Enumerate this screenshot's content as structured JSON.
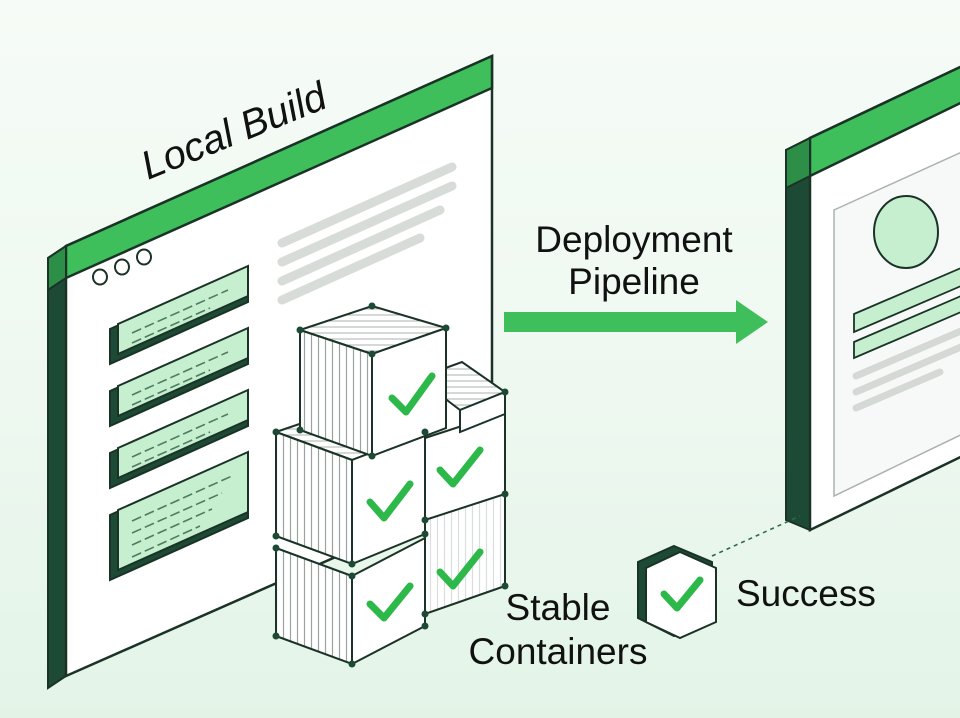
{
  "labels": {
    "local_build": "Local Build",
    "pipeline_line1": "Deployment",
    "pipeline_line2": "Pipeline",
    "stable_line1": "Stable",
    "stable_line2": "Containers",
    "success": "Success"
  },
  "colors": {
    "green": "#3fbe5c",
    "green_light": "#c6efcf",
    "green_pale": "#e4f7e8",
    "dark_green": "#1d4a35",
    "outline": "#1a3326",
    "gray_line": "#d5d9d6",
    "check": "#2db84a"
  },
  "icons": [
    "window-dots-icon",
    "checkmark-icon",
    "shipping-container-icon",
    "arrow-right-icon",
    "success-hexagon-icon"
  ]
}
